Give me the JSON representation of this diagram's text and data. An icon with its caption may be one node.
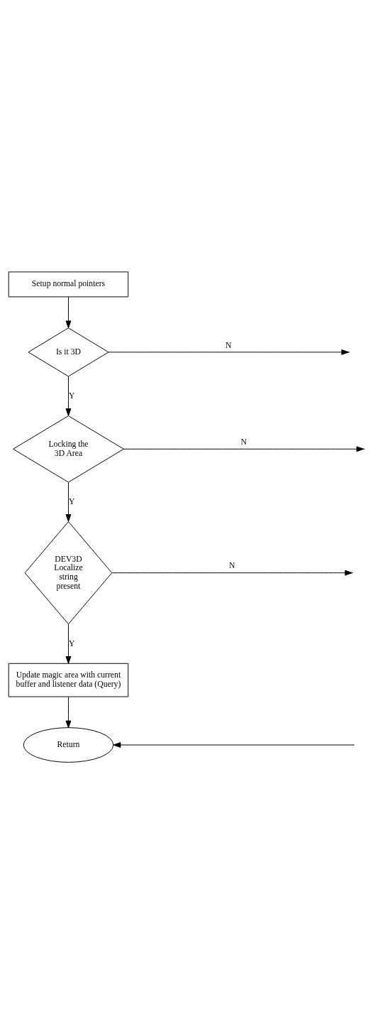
{
  "diagram": {
    "nodes": [
      {
        "text": [
          "Setup normal pointers"
        ]
      },
      {
        "text": [
          "Is it 3D"
        ]
      },
      {
        "text": [
          "Locking the 3D Area"
        ]
      },
      {
        "text": [
          "DEV3D Localize string present"
        ]
      },
      {
        "text": [
          "Update magic area with current buffer and listener data (Query)"
        ]
      },
      {
        "text": [
          "Return"
        ]
      }
    ],
    "edges": [
      {
        "from": 0,
        "to": 1,
        "arrow": "to"
      },
      {
        "from": 1,
        "to": 2,
        "arrow": "to",
        "label": "Y"
      },
      {
        "from": 1,
        "to": null,
        "arrow": "to",
        "label": "N"
      },
      {
        "from": 2,
        "to": 3,
        "arrow": "to",
        "label": "Y"
      },
      {
        "from": 2,
        "to": null,
        "arrow": "to",
        "label": "N"
      },
      {
        "from": 3,
        "to": 4,
        "arrow": "to",
        "label": "Y"
      },
      {
        "from": 3,
        "to": null,
        "arrow": "to",
        "label": "N"
      },
      {
        "from": 4,
        "to": 5,
        "arrow": "to"
      },
      {
        "from": null,
        "to": 5,
        "arrow": "to"
      }
    ]
  }
}
